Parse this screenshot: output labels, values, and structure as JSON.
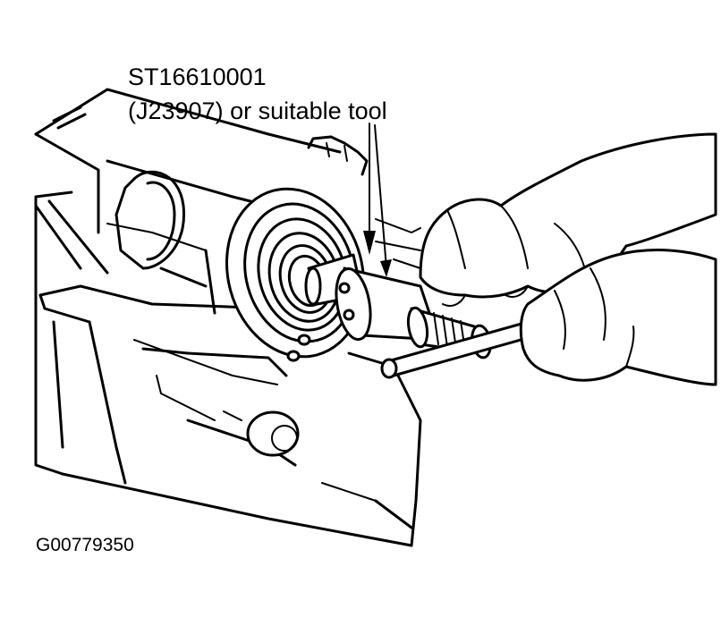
{
  "callout": {
    "part_number": "ST16610001",
    "alt_part": "(J23907) or suitable tool"
  },
  "figure_id": "G00779350",
  "icons": {
    "illustration": "engine-pilot-bushing-puller-illustration"
  }
}
